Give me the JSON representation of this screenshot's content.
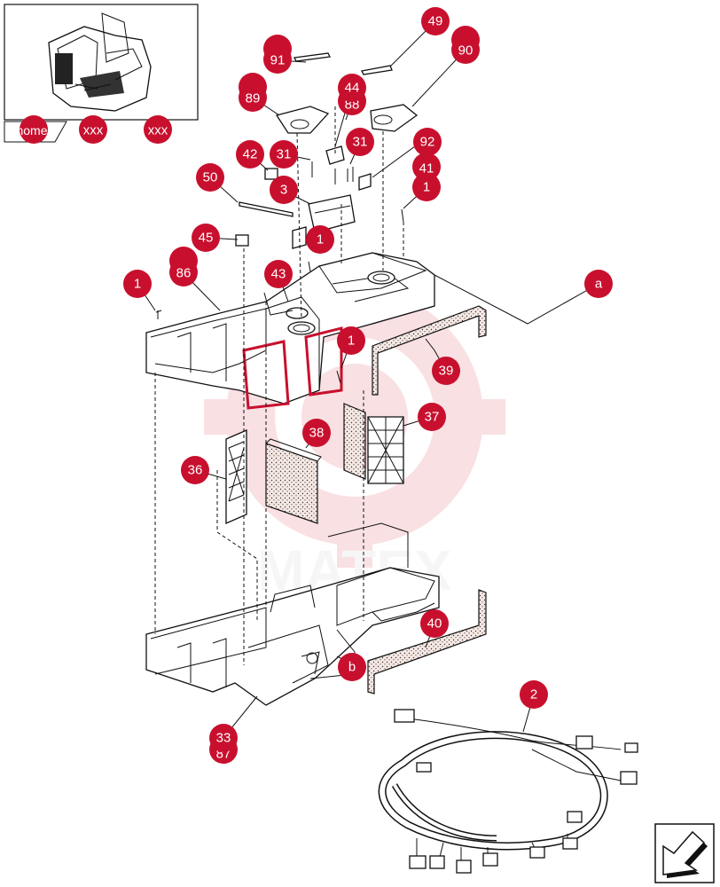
{
  "nav": {
    "home_label": "home",
    "link1_label": "xxx",
    "link2_label": "xxx"
  },
  "callouts": {
    "c49": "49",
    "c90": "90",
    "c91": "91",
    "c89": "89",
    "c44": "44",
    "c88": "88",
    "c42": "42",
    "c31a": "31",
    "c31b": "31",
    "c92": "92",
    "c41": "41",
    "c3": "3",
    "c50": "50",
    "c1a": "1",
    "c1b": "1",
    "c45": "45",
    "c86": "86",
    "c1c": "1",
    "c43": "43",
    "c1d": "1",
    "c39": "39",
    "ca": "a",
    "c38": "38",
    "c37": "37",
    "c36": "36",
    "c40": "40",
    "cb": "b",
    "c2": "2",
    "c33": "33",
    "c87": "87"
  },
  "watermark": "MATEX",
  "colors": {
    "callout": "#c8102e",
    "watermark": "#f3c3c8"
  }
}
